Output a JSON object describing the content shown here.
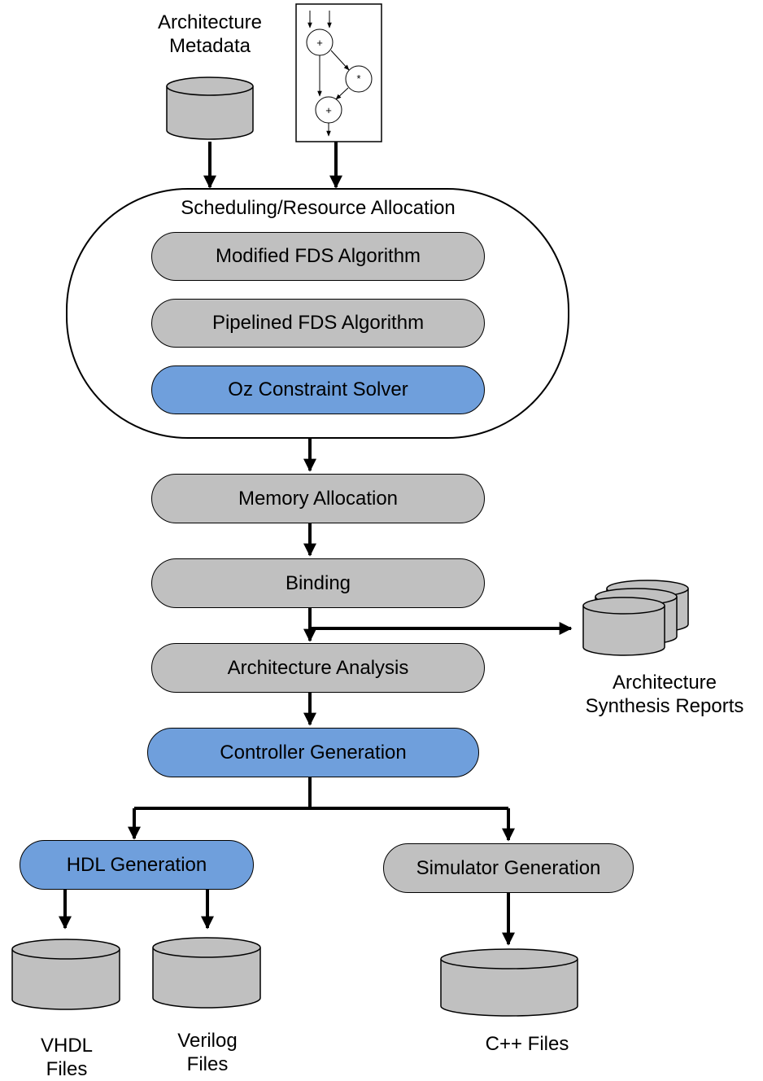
{
  "inputs": {
    "metadata_label": [
      "Architecture",
      "Metadata"
    ],
    "dfg_ops": {
      "add_top": "+",
      "mul": "*",
      "add_bottom": "+"
    }
  },
  "scheduling": {
    "title": "Scheduling/Resource Allocation",
    "algorithms": [
      {
        "label": "Modified FDS Algorithm",
        "color": "gray"
      },
      {
        "label": "Pipelined FDS Algorithm",
        "color": "gray"
      },
      {
        "label": "Oz Constraint Solver",
        "color": "blue"
      }
    ]
  },
  "stages": {
    "memory_allocation": "Memory Allocation",
    "binding": "Binding",
    "architecture_analysis": "Architecture Analysis",
    "controller_generation": "Controller Generation",
    "hdl_generation": "HDL Generation",
    "simulator_generation": "Simulator Generation"
  },
  "outputs": {
    "reports": [
      "Architecture",
      "Synthesis Reports"
    ],
    "vhdl": [
      "VHDL",
      "Files"
    ],
    "verilog": [
      "Verilog",
      "Files"
    ],
    "cpp": "C++ Files"
  },
  "colors": {
    "gray_fill": "#c0c0c0",
    "blue_fill": "#6f9fdc",
    "stroke": "#000000"
  }
}
